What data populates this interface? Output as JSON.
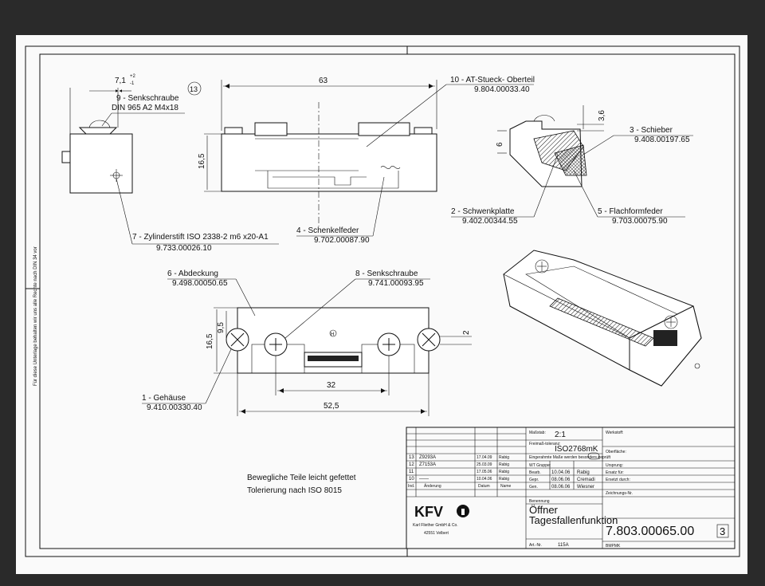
{
  "drawing": {
    "parts": {
      "p9_name": "9 - Senkschraube",
      "p9_spec": "DIN 965 A2 M4x18",
      "p10_name": "10 - AT-Stueck- Oberteil",
      "p10_no": "9.804.00033.40",
      "p3_name": "3 - Schieber",
      "p3_no": "9.408.00197.65",
      "p2_name": "2 - Schwenkplatte",
      "p2_no": "9.402.00344.55",
      "p5_name": "5 - Flachformfeder",
      "p5_no": "9.703.00075.90",
      "p4_name": "4 - Schenkelfeder",
      "p4_no": "9.702.00087.90",
      "p7_name": "7 - Zylinderstift  ISO 2338-2 m6 x20-A1",
      "p7_no": "9.733.00026.10",
      "p6_name": "6 - Abdeckung",
      "p6_no": "9.498.00050.65",
      "p8_name": "8 - Senkschraube",
      "p8_no": "9.741.00093.95",
      "p1_name": "1 - Gehäuse",
      "p1_no": "9.410.00330.40"
    },
    "dims": {
      "d71": "7,1",
      "d71_tol_up": "+2",
      "d71_tol_dn": "-1",
      "d63": "63",
      "d165": "16,5",
      "d36": "3,6",
      "d6": "6",
      "d165b": "16,5",
      "d95": "9,5",
      "d2": "2",
      "d32": "32",
      "d525": "52,5"
    },
    "circled": "13",
    "notes": {
      "n1": "Bewegliche Teile leicht gefettet",
      "n2": "Tolerierung nach ISO 8015"
    },
    "side_note": "Für diese Unterlage behalten wir uns alle Rechte nach DIN 34 vor",
    "center_mark": "H"
  },
  "title_block": {
    "rev_rows": [
      {
        "idx": "13",
        "change": "Z9293A",
        "date": "17.04.09",
        "name": "Rabig"
      },
      {
        "idx": "12",
        "change": "Z7153A",
        "date": "25.03.09",
        "name": "Rabig"
      },
      {
        "idx": "11",
        "change": "",
        "date": "17.05.06",
        "name": "Rabig"
      },
      {
        "idx": "10",
        "change": "——",
        "date": "10.04.06",
        "name": "Rabig"
      }
    ],
    "rev_head": {
      "idx": "Ind.",
      "change": "Änderung",
      "date": "Datum",
      "name": "Name"
    },
    "massstab_label": "Maßstab:",
    "massstab": "2:1",
    "freimass_label": "Freimaß-toleranz:",
    "freimass": "ISO2768mK",
    "eingerahmt": "Eingerahmte Maße werden besonders geprüft",
    "wt_gruppe": "WT Gruppe:",
    "bearb": "Bearb.",
    "bearb_date": "10.04.06",
    "bearb_name": "Rabig",
    "gepr": "Gepr.",
    "gepr_date": "08.06.06",
    "gepr_name": "Cremadi",
    "gen": "Gen.",
    "gen_date": "08.06.06",
    "gen_name": "Wiesner",
    "werkstoff": "Werkstoff:",
    "oberflaeche": "Oberfläche:",
    "ursprung": "Ursprung:",
    "ersatz_fuer": "Ersatz für:",
    "ersetzt_durch": "Ersetzt durch:",
    "zeichnungs_nr_label": "Zeichnungs-Nr.",
    "benennung_label": "Benennung",
    "title_line1": "Öffner",
    "title_line2": "Tagesfallenfunktion",
    "art_label": "Art.-Nr.",
    "art_no": "115A",
    "drawing_no": "7.803.00065.00",
    "sheet_no": "3",
    "bmpmk": "BMPMK",
    "company_logo": "KFV",
    "company_name": "Karl Fliether GmbH & Co.",
    "company_city": "42551 Velbert"
  }
}
